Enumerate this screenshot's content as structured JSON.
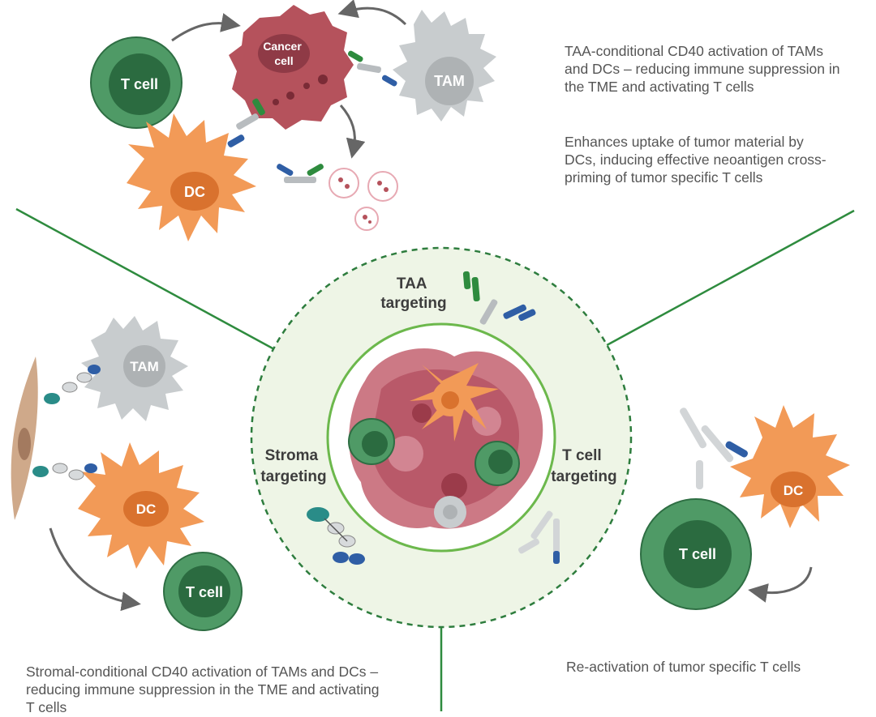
{
  "top_right_text": {
    "p1": "TAA-conditional CD40 activation of TAMs and DCs  – reducing immune suppression in the TME and activating T cells",
    "p2": "Enhances uptake of tumor material by DCs, inducing effective neoantigen cross-priming of tumor specific T cells"
  },
  "bottom_left_text": "Stromal-conditional CD40 activation of TAMs and DCs  – reducing immune suppression in the TME and activating T cells",
  "bottom_right_text": "Re-activation of tumor specific T cells",
  "center": {
    "taa_label": [
      "TAA",
      "targeting"
    ],
    "stroma_label": [
      "Stroma",
      "targeting"
    ],
    "tcell_label": [
      "T cell",
      "targeting"
    ]
  },
  "cells": {
    "cancer_cell": [
      "Cancer",
      "cell"
    ],
    "tam": "TAM",
    "dc": "DC",
    "t_cell": "T cell"
  },
  "colors": {
    "green_line": "#2e8b3e",
    "center_fill": "#eef5e6",
    "tcell_dark": "#2e7d48",
    "dc_orange": "#f29a57",
    "tam_gray": "#c8ccce",
    "cancer_red": "#b5525c",
    "antibody_blue": "#2f5ea5"
  }
}
